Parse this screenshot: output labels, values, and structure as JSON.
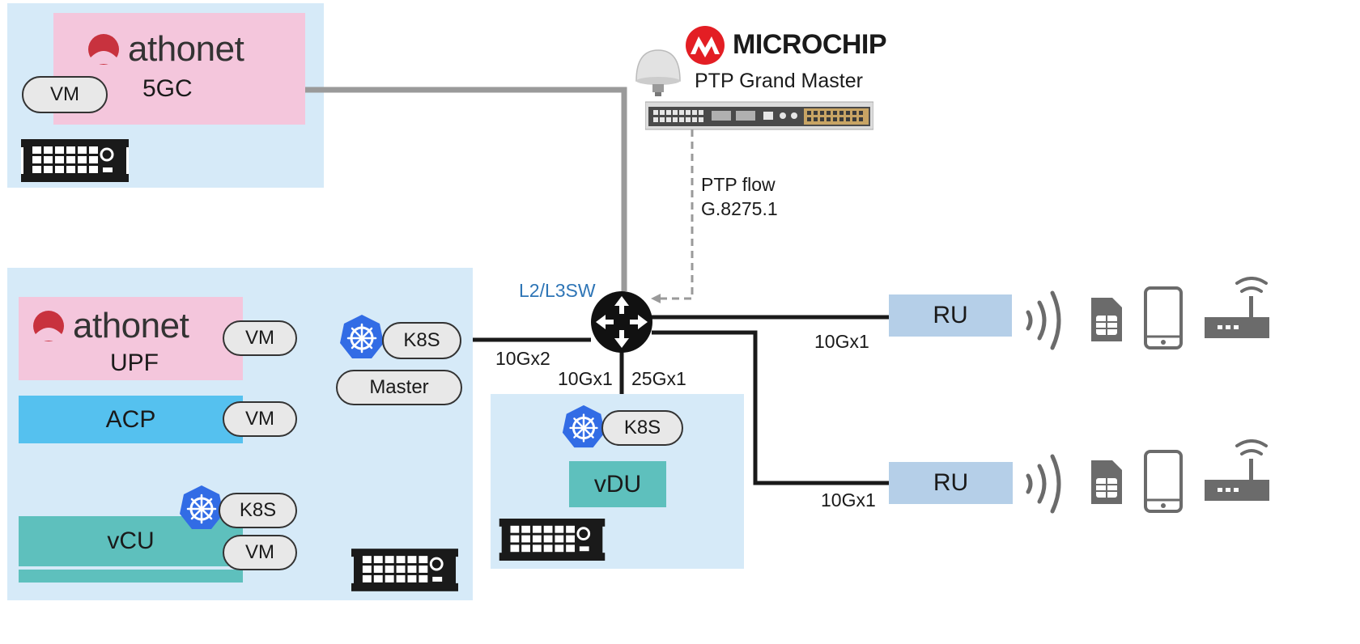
{
  "core": {
    "brand": "athonet",
    "function": "5GC",
    "vm_label": "VM"
  },
  "edge": {
    "upf": {
      "brand": "athonet",
      "function": "UPF",
      "vm_label": "VM"
    },
    "acp": {
      "label": "ACP",
      "vm_label": "VM"
    },
    "k8s_master": {
      "k8s_label": "K8S",
      "master_label": "Master"
    },
    "vcu": {
      "label": "vCU",
      "k8s_label": "K8S",
      "vm_label": "VM"
    }
  },
  "du_site": {
    "k8s_label": "K8S",
    "vdu_label": "vDU"
  },
  "ptp": {
    "vendor": "MICROCHIP",
    "device": "PTP Grand Master",
    "flow_line1": "PTP flow",
    "flow_line2": "G.8275.1"
  },
  "switch": {
    "label": "L2/L3SW"
  },
  "links": {
    "edge_to_switch": "10Gx2",
    "switch_to_du_a": "10Gx1",
    "switch_to_du_b": "25Gx1",
    "switch_to_ru1": "10Gx1",
    "switch_to_ru2": "10Gx1"
  },
  "radio_units": [
    {
      "label": "RU"
    },
    {
      "label": "RU"
    }
  ],
  "icons": [
    "server-icon",
    "kubernetes-icon",
    "router-icon",
    "gps-antenna-icon",
    "radio-waves-icon",
    "sim-card-icon",
    "smartphone-icon",
    "cpe-router-icon"
  ],
  "colors": {
    "panel": "#d6eaf8",
    "athonet_pink": "#f4c6dc",
    "acp_blue": "#55c1ef",
    "vcu_teal": "#5ec0bd",
    "ru_blue": "#b5cfe8",
    "k8s_blue": "#326ce5",
    "switch_label": "#2e75b6",
    "microchip_red": "#e31e24"
  }
}
